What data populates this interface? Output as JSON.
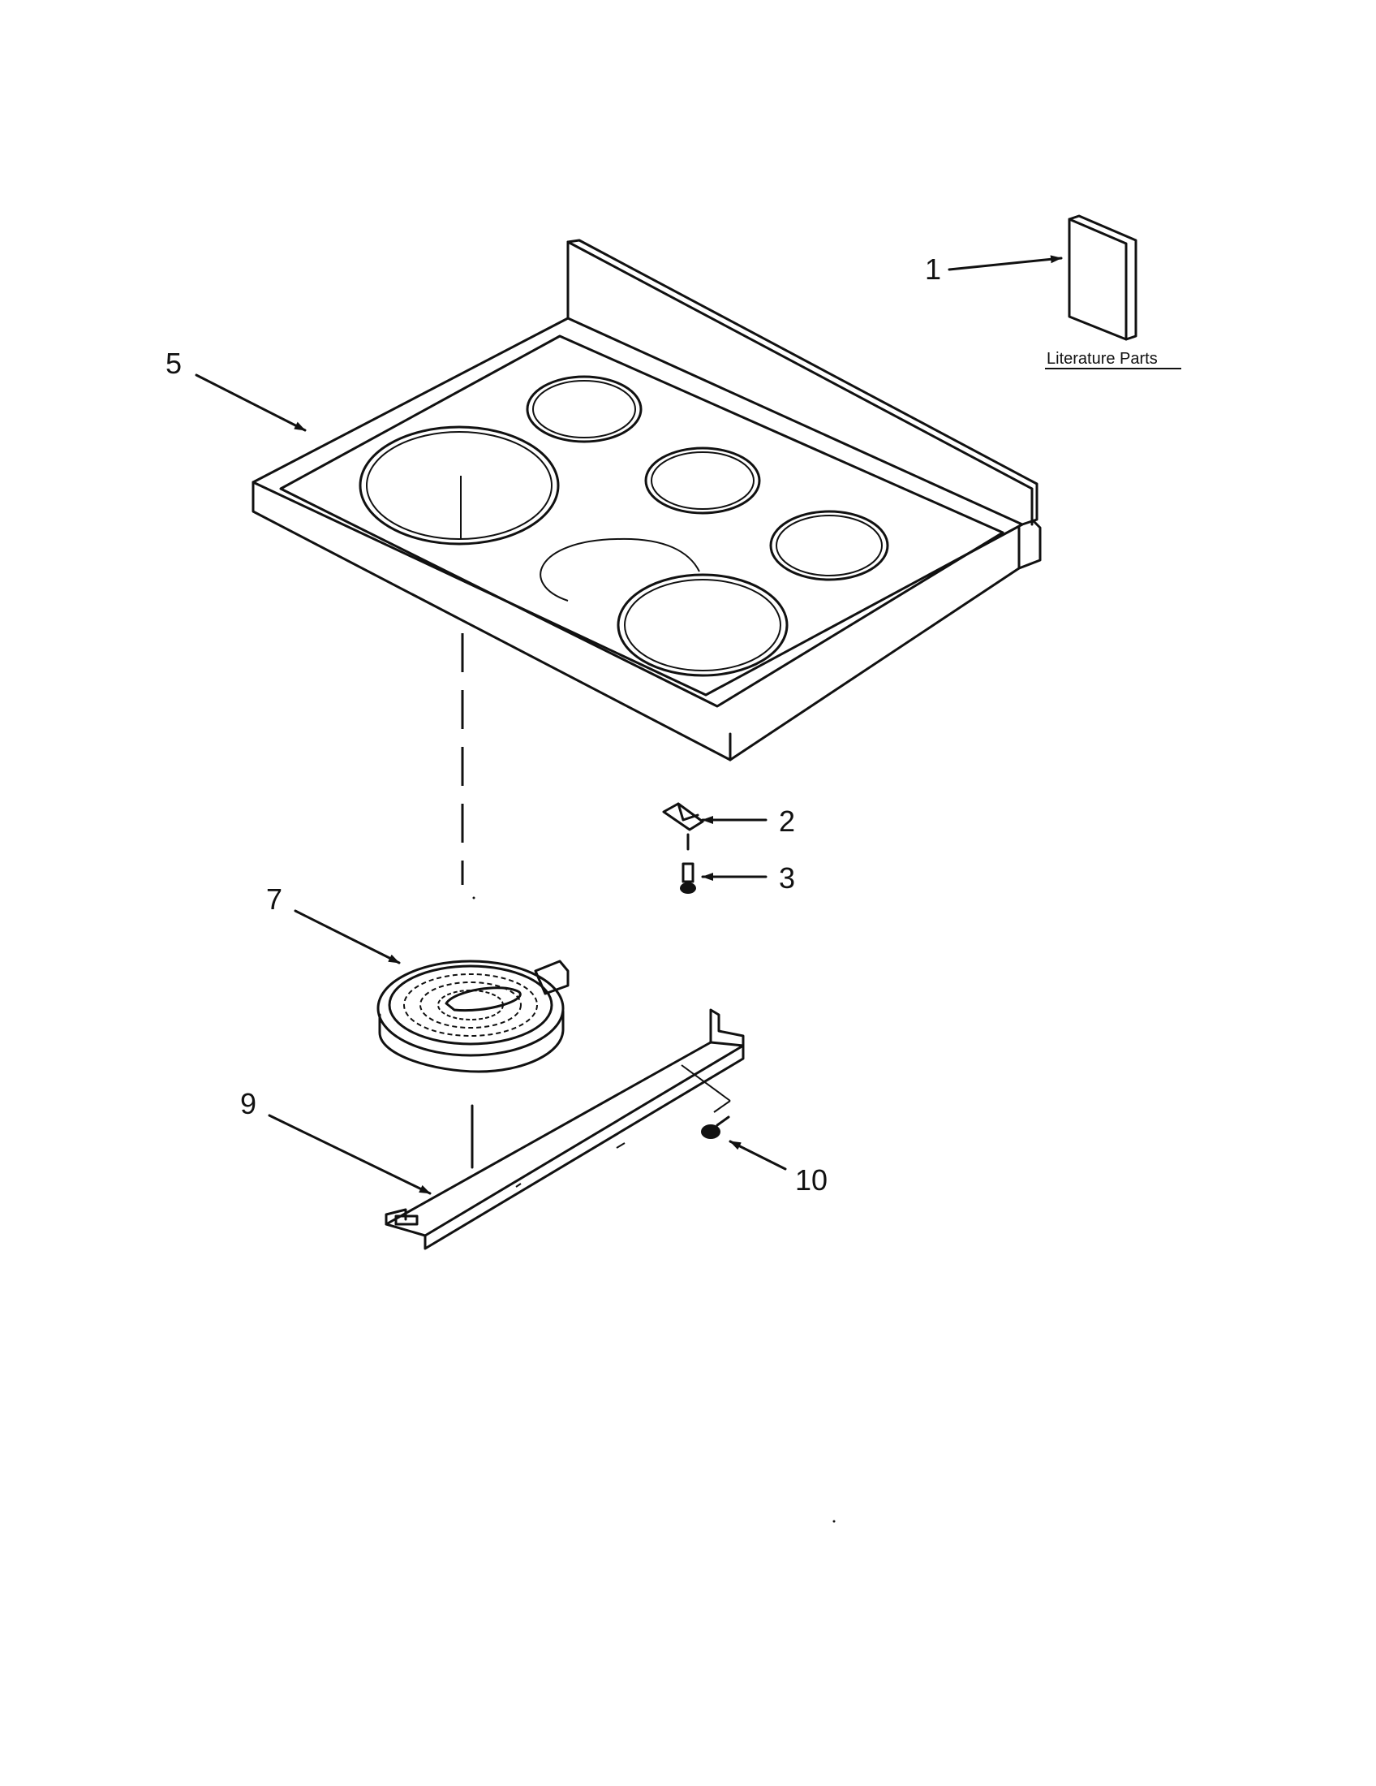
{
  "callouts": {
    "c1": "1",
    "c2": "2",
    "c3": "3",
    "c5": "5",
    "c7": "7",
    "c9": "9",
    "c10": "10"
  },
  "literature_caption": "Literature Parts",
  "colors": {
    "line": "#111111",
    "background": "#ffffff"
  }
}
